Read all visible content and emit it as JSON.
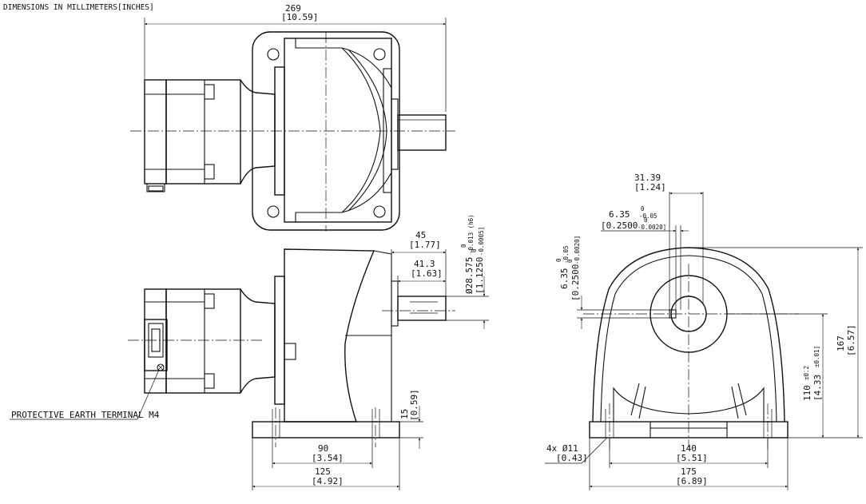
{
  "header": {
    "units_note": "DIMENSIONS IN MILLIMETERS[INCHES]"
  },
  "callouts": {
    "earth_terminal": "PROTECTIVE EARTH TERMINAL M4"
  },
  "dims": {
    "overall_length": {
      "mm": "269",
      "in": "[10.59]"
    },
    "shaft_len_45": {
      "mm": "45",
      "in": "[1.77]"
    },
    "shaft_len_41": {
      "mm": "41.3",
      "in": "[1.63]"
    },
    "shaft_dia": {
      "mm": "Ø28.575",
      "mm_tol_upper": "0",
      "mm_tol_lower": "-0.013 (h6)",
      "in": "[1.1250",
      "in_tol_upper": "0",
      "in_tol_lower": "-0.0005]"
    },
    "base_thk": {
      "mm": "15",
      "in": "[0.59]"
    },
    "base_90": {
      "mm": "90",
      "in": "[3.54]"
    },
    "base_125": {
      "mm": "125",
      "in": "[4.92]"
    },
    "key_offset": {
      "mm": "31.39",
      "in": "[1.24]"
    },
    "key_width": {
      "mm": "6.35",
      "mm_tol_upper": "0",
      "mm_tol_lower": "-0.05",
      "in": "[0.2500",
      "in_tol_upper": "0",
      "in_tol_lower": "-0.0020]"
    },
    "key_depth": {
      "mm": "6.35",
      "mm_tol_upper": "0",
      "mm_tol_lower": "-0.05",
      "in": "[0.2500",
      "in_tol_upper": "0",
      "in_tol_lower": "-0.0020]"
    },
    "center_height": {
      "mm": "110",
      "mm_tol": "±0.2",
      "in": "[4.33",
      "in_tol": "±0.01]"
    },
    "total_height": {
      "mm": "167",
      "in": "[6.57]"
    },
    "holes": {
      "mm": "4x Ø11",
      "in": "[0.43]"
    },
    "hole_pitch": {
      "mm": "140",
      "in": "[5.51]"
    },
    "base_width": {
      "mm": "175",
      "in": "[6.89]"
    }
  }
}
